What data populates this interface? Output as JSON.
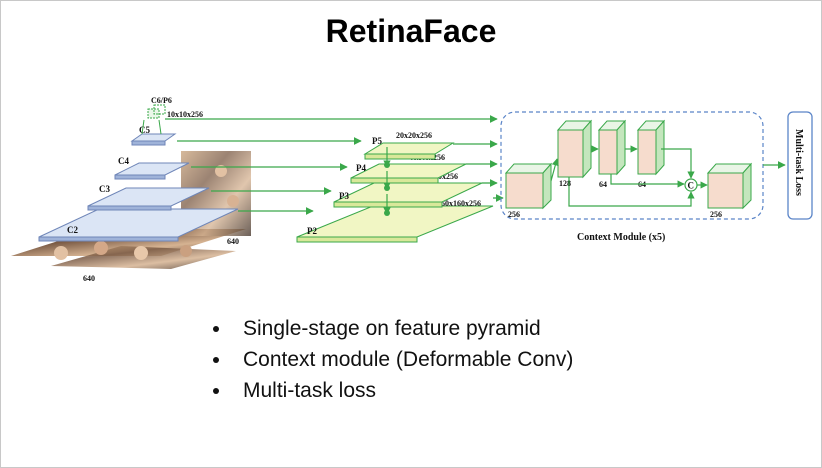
{
  "slide": {
    "title": "RetinaFace",
    "bullets": [
      "Single-stage on feature pyramid",
      "Context module (Deformable Conv)",
      "Multi-task loss"
    ]
  },
  "backbone": {
    "levels": [
      "C2",
      "C3",
      "C4",
      "C5",
      "C6/P6"
    ],
    "c6_size": "10x10x256",
    "input_width": "640",
    "input_height": "640"
  },
  "pyramid": {
    "levels": [
      "P2",
      "P3",
      "P4",
      "P5"
    ],
    "sizes": [
      "160x160x256",
      "80x80x256",
      "40x40x256",
      "20x20x256"
    ]
  },
  "context_module": {
    "caption": "Context Module (x5)",
    "channels": [
      "256",
      "128",
      "64",
      "64",
      "256"
    ],
    "concat_symbol": "C"
  },
  "output": {
    "label": "Multi-task Loss"
  },
  "colors": {
    "arrow_green": "#3aa84a",
    "backbone_fill": "#dbe5f5",
    "backbone_edge": "#6f86b8",
    "fpn_fill": "#f1f6c4",
    "block_fill": "#f6dccd",
    "dashed_border": "#5b85c8"
  }
}
